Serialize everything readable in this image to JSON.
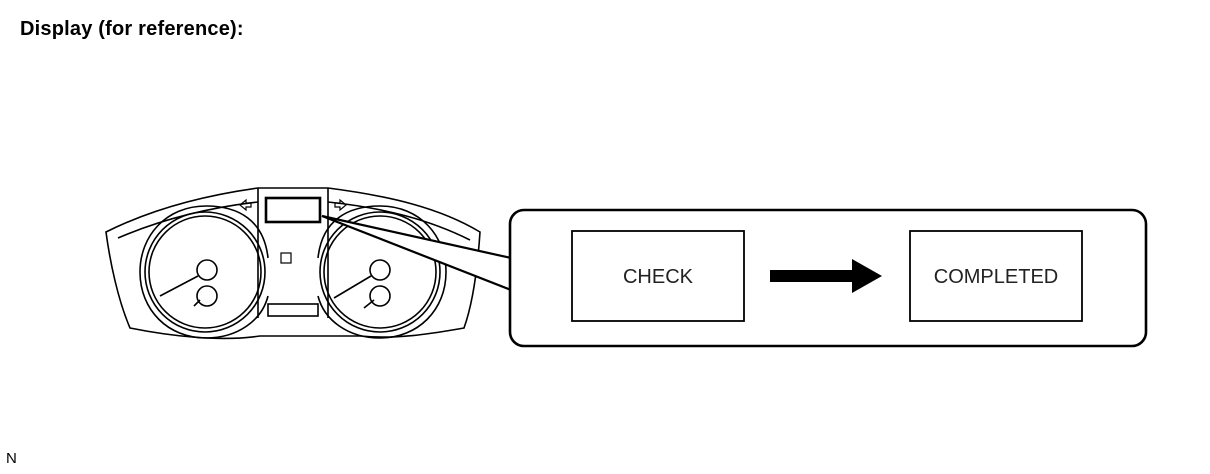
{
  "heading": "Display (for reference):",
  "display": {
    "before_label": "CHECK",
    "after_label": "COMPLETED"
  },
  "corner_code": "N",
  "colors": {
    "line": "#000000",
    "background": "#ffffff"
  }
}
